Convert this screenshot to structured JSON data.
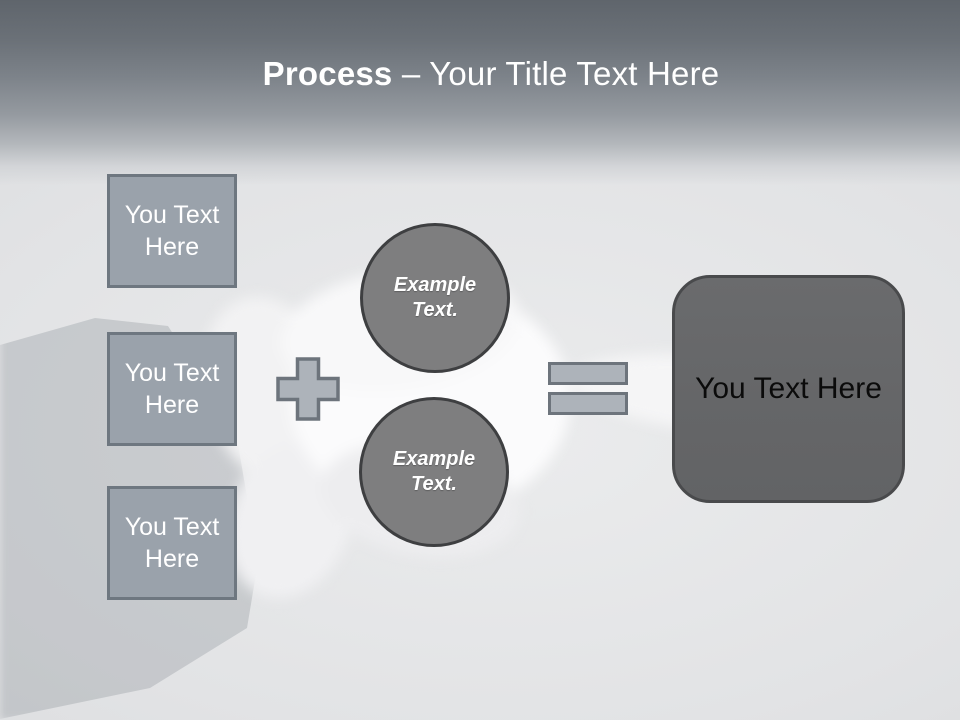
{
  "slide": {
    "title": {
      "emphasis": "Process",
      "separator": " – ",
      "rest": "Your Title Text Here"
    },
    "inputs": [
      {
        "label": "You Text Here"
      },
      {
        "label": "You Text Here"
      },
      {
        "label": "You Text Here"
      }
    ],
    "operators": {
      "plus": "plus-icon",
      "equals": "equals-icon"
    },
    "examples": [
      {
        "label": "Example Text."
      },
      {
        "label": "Example Text."
      }
    ],
    "result": {
      "label": "You Text Here"
    }
  },
  "theme": {
    "box-fill": "#9aa2ab",
    "box-border": "#6e7780",
    "op-fill": "#adb3ba",
    "op-border": "#6d747c",
    "circle-fill": "#7e7e7f",
    "circle-border": "#3e3f41",
    "result-fill": "#666769",
    "result-border": "#494a4c",
    "title-color": "#ffffff",
    "header-top": "#5f656c",
    "background": "#e2e3e5"
  }
}
